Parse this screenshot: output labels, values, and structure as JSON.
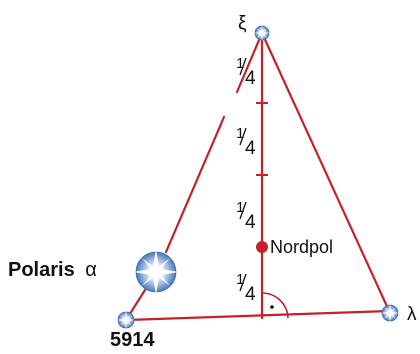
{
  "colors": {
    "line": "#c8202a",
    "dot": "#c8202a",
    "star_fill": "#5a86c4",
    "star_core": "#ffffff",
    "text": "#111111",
    "small_mark": "#111111"
  },
  "labels": {
    "xi": "ξ",
    "lambda": "λ",
    "polaris_name": "Polaris",
    "polaris_greek": "α",
    "star_5914": "5914",
    "nordpol": "Nordpol"
  },
  "fractions": [
    {
      "num": "1",
      "den": "4"
    },
    {
      "num": "1",
      "den": "4"
    },
    {
      "num": "1",
      "den": "4"
    },
    {
      "num": "1",
      "den": "4"
    }
  ],
  "icons": {
    "star": "star-icon",
    "polaris": "polaris-star-icon",
    "nordpol": "north-pole-dot-icon",
    "right_angle": "right-angle-icon"
  }
}
